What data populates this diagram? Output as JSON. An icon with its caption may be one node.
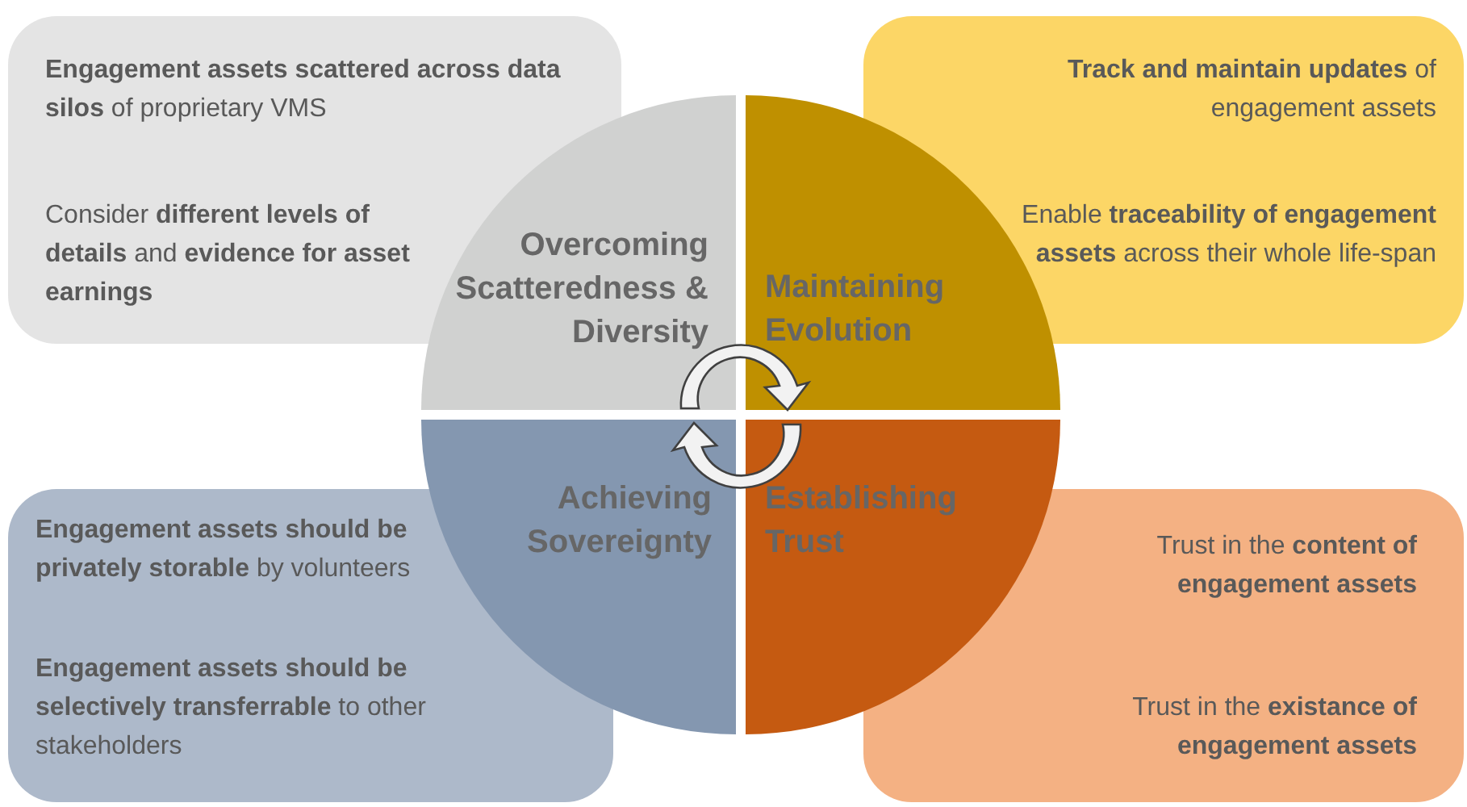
{
  "diagram": {
    "nodes": [
      {
        "text": [
          "**Engagement assets scattered across data silos** of proprietary VMS",
          "Consider **different levels of details** and **evidence for asset earnings**"
        ]
      },
      {
        "text": [
          "Overcoming Scatteredness & Diversity"
        ]
      },
      {
        "text": [
          "Maintaining Evolution"
        ]
      },
      {
        "text": [
          "**Track and maintain updates** of engagement assets",
          "Enable **traceability of engagement assets** across their whole life-span"
        ]
      },
      {
        "text": [
          "**Engagement assets should be privately storable** by volunteers",
          "**Engagement assets should be selectively transferrable** to other stakeholders"
        ]
      },
      {
        "text": [
          "Achieving Sovereignty"
        ]
      },
      {
        "text": [
          "Establishing Trust"
        ]
      },
      {
        "text": [
          "Trust in the **content of engagement assets**",
          "Trust in the **existance of engagement assets**"
        ]
      }
    ]
  }
}
